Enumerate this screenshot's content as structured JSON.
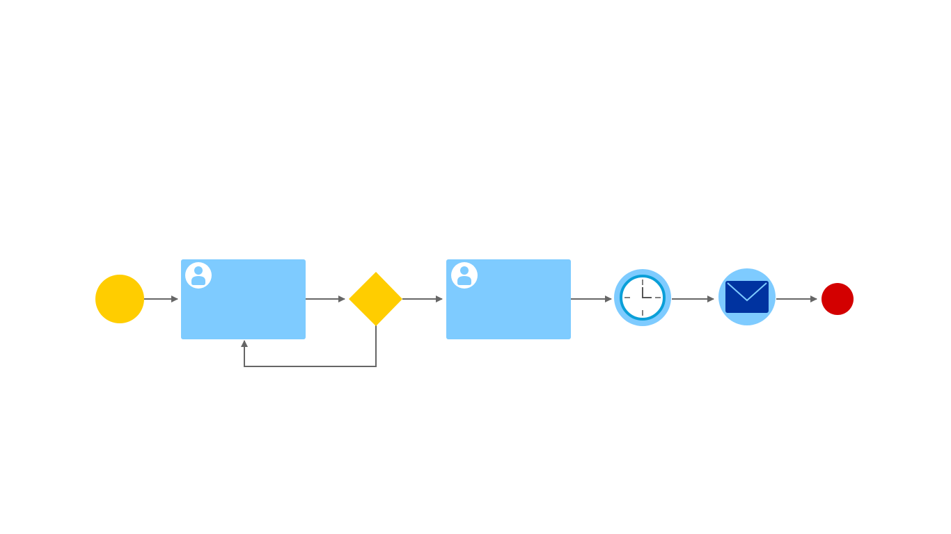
{
  "diagram": {
    "type": "bpmn-process",
    "colors": {
      "background": "#ffffff",
      "start_event": "#ffcd00",
      "task_fill": "#7ecbff",
      "gateway": "#ffcd00",
      "timer_outer": "#7ecbff",
      "timer_ring": "#0a9fd8",
      "message_outer": "#7ecbff",
      "message_envelope": "#0033a0",
      "end_event": "#d30000",
      "connector": "#666666"
    },
    "nodes": [
      {
        "id": "start",
        "kind": "start-event",
        "label": ""
      },
      {
        "id": "task1",
        "kind": "user-task",
        "icon": "user-icon",
        "label": ""
      },
      {
        "id": "gateway",
        "kind": "exclusive-gateway",
        "label": ""
      },
      {
        "id": "task2",
        "kind": "user-task",
        "icon": "user-icon",
        "label": ""
      },
      {
        "id": "timer",
        "kind": "timer-event",
        "icon": "clock-icon",
        "label": ""
      },
      {
        "id": "message",
        "kind": "message-event",
        "icon": "envelope-icon",
        "label": ""
      },
      {
        "id": "end",
        "kind": "end-event",
        "label": ""
      }
    ],
    "edges": [
      {
        "from": "start",
        "to": "task1"
      },
      {
        "from": "task1",
        "to": "gateway"
      },
      {
        "from": "gateway",
        "to": "task2"
      },
      {
        "from": "gateway",
        "to": "task1",
        "kind": "loop-back"
      },
      {
        "from": "task2",
        "to": "timer"
      },
      {
        "from": "timer",
        "to": "message"
      },
      {
        "from": "message",
        "to": "end"
      }
    ]
  }
}
